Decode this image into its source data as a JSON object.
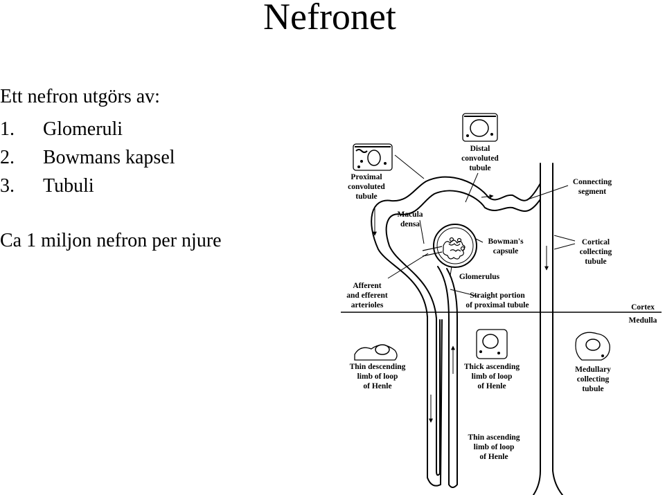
{
  "title": "Nefronet",
  "intro": "Ett nefron utgörs av:",
  "components": [
    {
      "num": "1.",
      "label": "Glomeruli"
    },
    {
      "num": "2.",
      "label": "Bowmans kapsel"
    },
    {
      "num": "3.",
      "label": "Tubuli"
    }
  ],
  "count_text": "Ca 1 miljon nefron per njure",
  "diagram": {
    "labels": {
      "distal_1": "Distal",
      "distal_2": "convoluted",
      "distal_3": "tubule",
      "proximal_1": "Proximal",
      "proximal_2": "convoluted",
      "proximal_3": "tubule",
      "connecting_1": "Connecting",
      "connecting_2": "segment",
      "macula_1": "Macula",
      "macula_2": "densa",
      "bowman_1": "Bowman's",
      "bowman_2": "capsule",
      "cortical_1": "Cortical",
      "cortical_2": "collecting",
      "cortical_3": "tubule",
      "glomerulus": "Glomerulus",
      "afferent_1": "Afferent",
      "afferent_2": "and efferent",
      "afferent_3": "arterioles",
      "straight_1": "Straight portion",
      "straight_2": "of proximal tubule",
      "cortex": "Cortex",
      "medulla": "Medulla",
      "thin_desc_1": "Thin descending",
      "thin_desc_2": "limb of loop",
      "thin_desc_3": "of Henle",
      "thick_asc_1": "Thick ascending",
      "thick_asc_2": "limb of loop",
      "thick_asc_3": "of Henle",
      "medullary_1": "Medullary",
      "medullary_2": "collecting",
      "medullary_3": "tubule",
      "thin_asc_1": "Thin ascending",
      "thin_asc_2": "limb of loop",
      "thin_asc_3": "of Henle"
    }
  }
}
